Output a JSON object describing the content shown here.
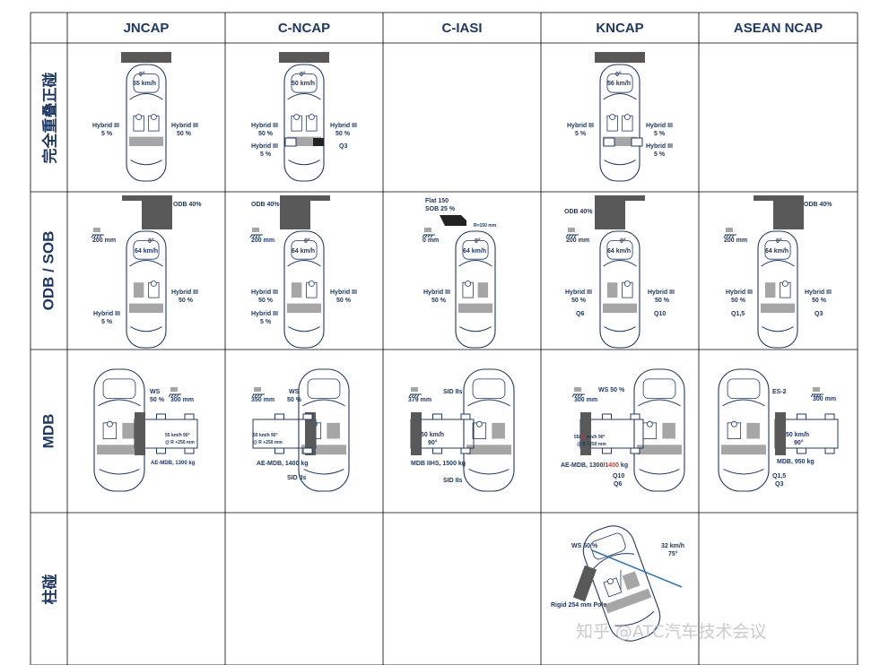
{
  "headers": [
    "JNCAP",
    "C-NCAP",
    "C-IASI",
    "KNCAP",
    "ASEAN NCAP"
  ],
  "rows": [
    "完全重叠正碰",
    "ODB / SOB",
    "MDB",
    "柱碰"
  ],
  "watermark": "知乎 @ATC汽车技术会议",
  "colors": {
    "line": "#1f3864",
    "barrier": "#595959",
    "seat": "#a6a6a6",
    "pole_arrow": "#2e75b6",
    "grid": "#000000"
  },
  "frontal": {
    "jncap": {
      "angle": "0°",
      "speed": "55 km/h",
      "left": "Hybrid III",
      "left_pct": "5 %",
      "right": "Hybrid III",
      "right_pct": "50 %"
    },
    "cncap": {
      "angle": "0°",
      "speed": "50 km/h",
      "left": "Hybrid III",
      "left_pct": "50 %",
      "left2": "Hybrid III",
      "left2_pct": "5 %",
      "right": "Hybrid III",
      "right_pct": "50 %",
      "right2": "Q3"
    },
    "kncap": {
      "angle": "0°",
      "speed": "56 km/h",
      "left": "Hybrid III",
      "left_pct": "5 %",
      "right": "Hybrid III",
      "right_pct": "5 %",
      "right2": "Hybrid III",
      "right2_pct": "5 %"
    }
  },
  "odb": {
    "jncap": {
      "barrier": "ODB 40%",
      "height": "200 mm",
      "angle": "0°",
      "speed": "64 km/h",
      "right": "Hybrid III",
      "right_pct": "50 %",
      "left": "Hybrid III",
      "left_pct": "5 %"
    },
    "cncap": {
      "barrier": "ODB 40%",
      "height": "200 mm",
      "angle": "0°",
      "speed": "64 km/h",
      "left": "Hybrid III",
      "left_pct": "50 %",
      "left2": "Hybrid III",
      "left2_pct": "5 %",
      "right": "Hybrid III",
      "right_pct": "50 %"
    },
    "ciasi": {
      "barrier": "Flat 150",
      "barrier2": "SOB 25 %",
      "r": "R=150 mm",
      "height": "0 mm",
      "angle": "0°",
      "speed": "64 km/h",
      "left": "Hybrid III",
      "left_pct": "50 %"
    },
    "kncap": {
      "barrier": "ODB 40%",
      "height": "200 mm",
      "angle": "0°",
      "speed": "64 km/h",
      "left": "Hybrid III",
      "left_pct": "50 %",
      "left2": "Q6",
      "right": "Hybrid III",
      "right_pct": "50 %",
      "right2": "Q10"
    },
    "asean": {
      "barrier": "ODB 40%",
      "height": "200 mm",
      "angle": "0°",
      "speed": "64 km/h",
      "left": "Hybrid III",
      "left_pct": "50 %",
      "left2": "Q1,5",
      "right": "Hybrid III",
      "right_pct": "50 %",
      "right2": "Q3"
    }
  },
  "mdb": {
    "jncap": {
      "ws": "WS",
      "ws_pct": "50 %",
      "height": "300 mm",
      "speed": "55 km/h 90°",
      "radius": "@ R +250 mm",
      "barrier": "AE-MDB, 1300 kg"
    },
    "cncap": {
      "height": "350 mm",
      "ws": "WS",
      "ws_pct": "50 %",
      "speed": "50 km/h 90°",
      "radius": "@ R +250 mm",
      "barrier": "AE-MDB, 1400 kg",
      "sid": "SID IIs"
    },
    "ciasi": {
      "height": "379 mm",
      "sid": "SID IIs",
      "speed": "50 km/h",
      "deg": "90°",
      "barrier": "MDB IIHS, 1500 kg",
      "sid2": "SID IIs"
    },
    "kncap": {
      "height": "300 mm",
      "ws": "WS 50 %",
      "speed_a": "55/",
      "speed_b": "60",
      "speed_c": " km/h 90°",
      "radius": "@ R +250 mm",
      "barrier_a": "AE-MDB, 1300/",
      "barrier_b": "1400",
      "barrier_c": " kg",
      "q10": "Q10",
      "q6": "Q6"
    },
    "asean": {
      "es": "ES-2",
      "height": "300 mm",
      "speed": "50 km/h",
      "deg": "90°",
      "barrier": "MDB, 950 kg",
      "q15": "Q1,5",
      "q3": "Q3"
    }
  },
  "pole": {
    "kncap": {
      "ws": "WS 50 %",
      "speed": "32 km/h",
      "deg": "75°",
      "pole": "Rigid 254 mm Pole"
    }
  }
}
